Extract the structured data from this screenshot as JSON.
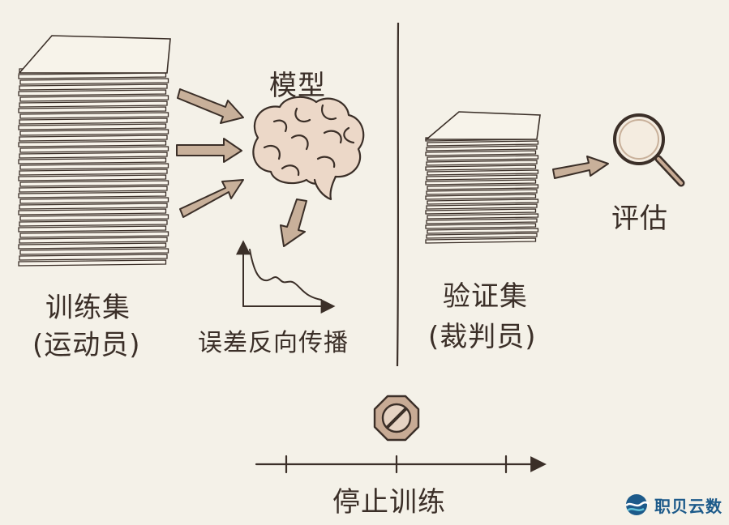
{
  "training": {
    "title": "训练集",
    "subtitle": "(运动员)"
  },
  "model": {
    "title": "模型"
  },
  "backprop": {
    "label": "误差反向传播"
  },
  "validation": {
    "title": "验证集",
    "subtitle": "(裁判员)"
  },
  "evaluate": {
    "label": "评估"
  },
  "stop": {
    "label": "停止训练"
  },
  "logo": {
    "text": "职贝云数"
  },
  "colors": {
    "ink": "#3b2f28",
    "paper": "#f7f3ea",
    "arrow_fill": "#c8b09a",
    "brain_fill": "#ecd8c8",
    "stop_fill": "#c8ab95",
    "logo_blue": "#1c5a8a"
  }
}
